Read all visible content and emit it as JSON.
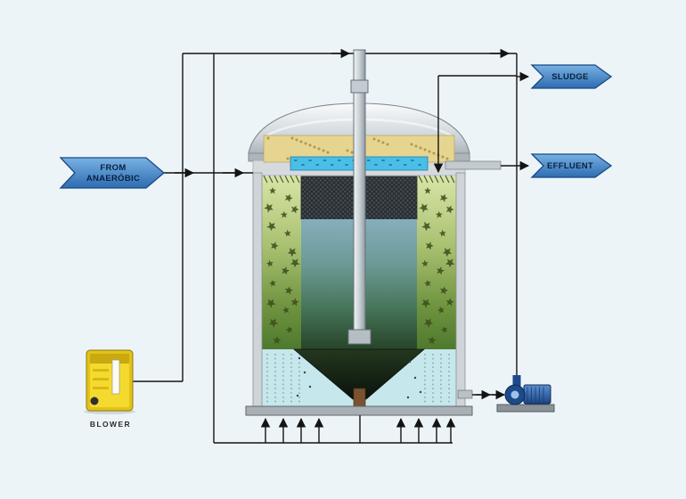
{
  "labels": {
    "feed_line1": "FROM",
    "feed_line2": "ANAERÓBIC",
    "sludge": "SLUDGE",
    "effluent": "EFFLUENT",
    "blower": "BLOWER"
  },
  "colors": {
    "background": "#edf4f8",
    "banner_fill_top": "#79b1e3",
    "banner_fill_bottom": "#2e6cb2",
    "banner_border": "#174a82",
    "pipe_line": "#141414",
    "tank_shell_gray": "#cfd4d8",
    "media_yellow": "#e6d491",
    "launder_cyan": "#49bfe8",
    "mesh_dark": "#474e53",
    "packing_green": "#6f9440",
    "liquid_dark_green": "#274428",
    "aeration_cyan": "#c6e7ec",
    "cone_dark": "#16241a",
    "blower_yellow": "#f4da2e",
    "pump_blue": "#1d4a8a"
  }
}
